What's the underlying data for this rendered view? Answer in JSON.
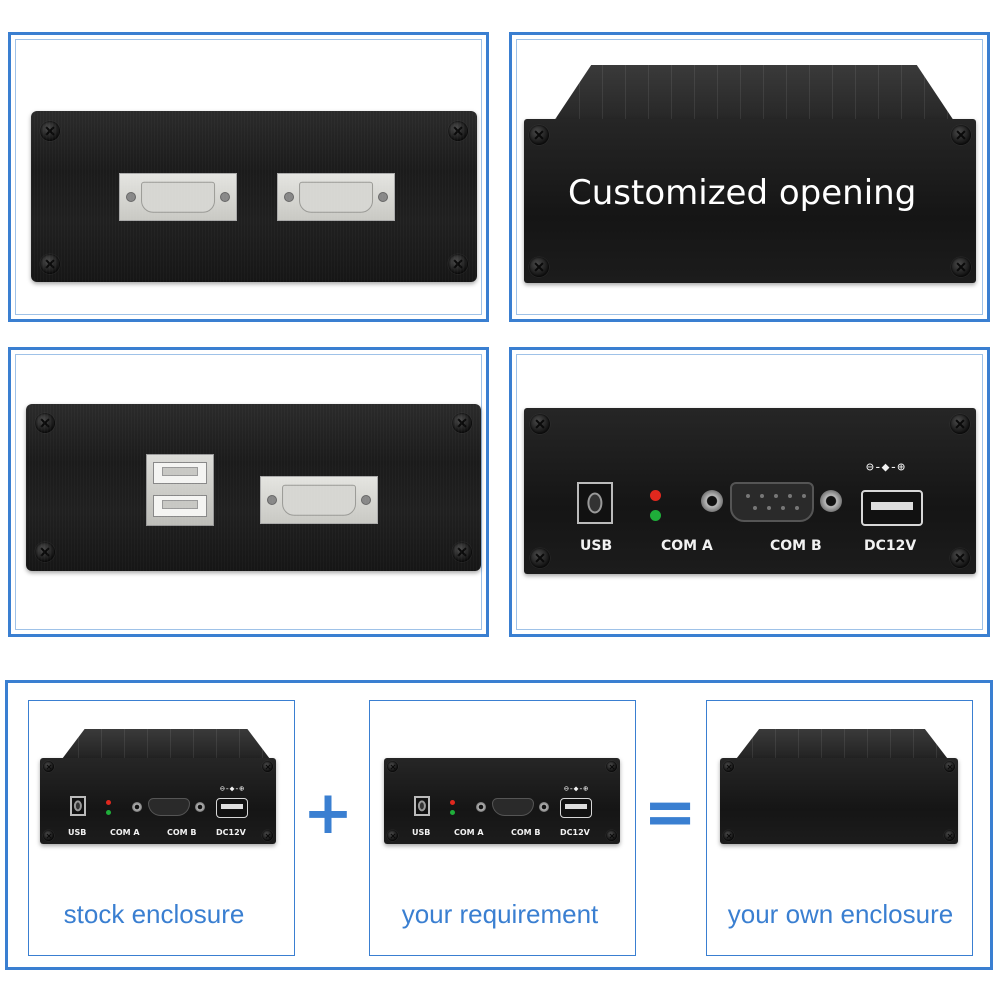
{
  "panels": {
    "top_right": {
      "headline": "Customized opening"
    },
    "bottom_right": {
      "labels": {
        "usb": "USB",
        "com_a": "COM A",
        "com_b": "COM B",
        "dc12v": "DC12V"
      },
      "polarity_symbol": "⊖-◆-⊕"
    }
  },
  "equation": {
    "plus": "+",
    "equals": "=",
    "captions": {
      "stock": "stock enclosure",
      "requirement": "your requirement",
      "own": "your own enclosure"
    },
    "small_labels": {
      "usb": "USB",
      "com_a": "COM A",
      "com_b": "COM B",
      "dc12v": "DC12V"
    },
    "polarity_symbol": "⊖-◆-⊕"
  },
  "colors": {
    "accent": "#3a7fd1",
    "panel": "#1d1d1d",
    "led_red": "#e0281e",
    "led_green": "#1fae3a"
  }
}
